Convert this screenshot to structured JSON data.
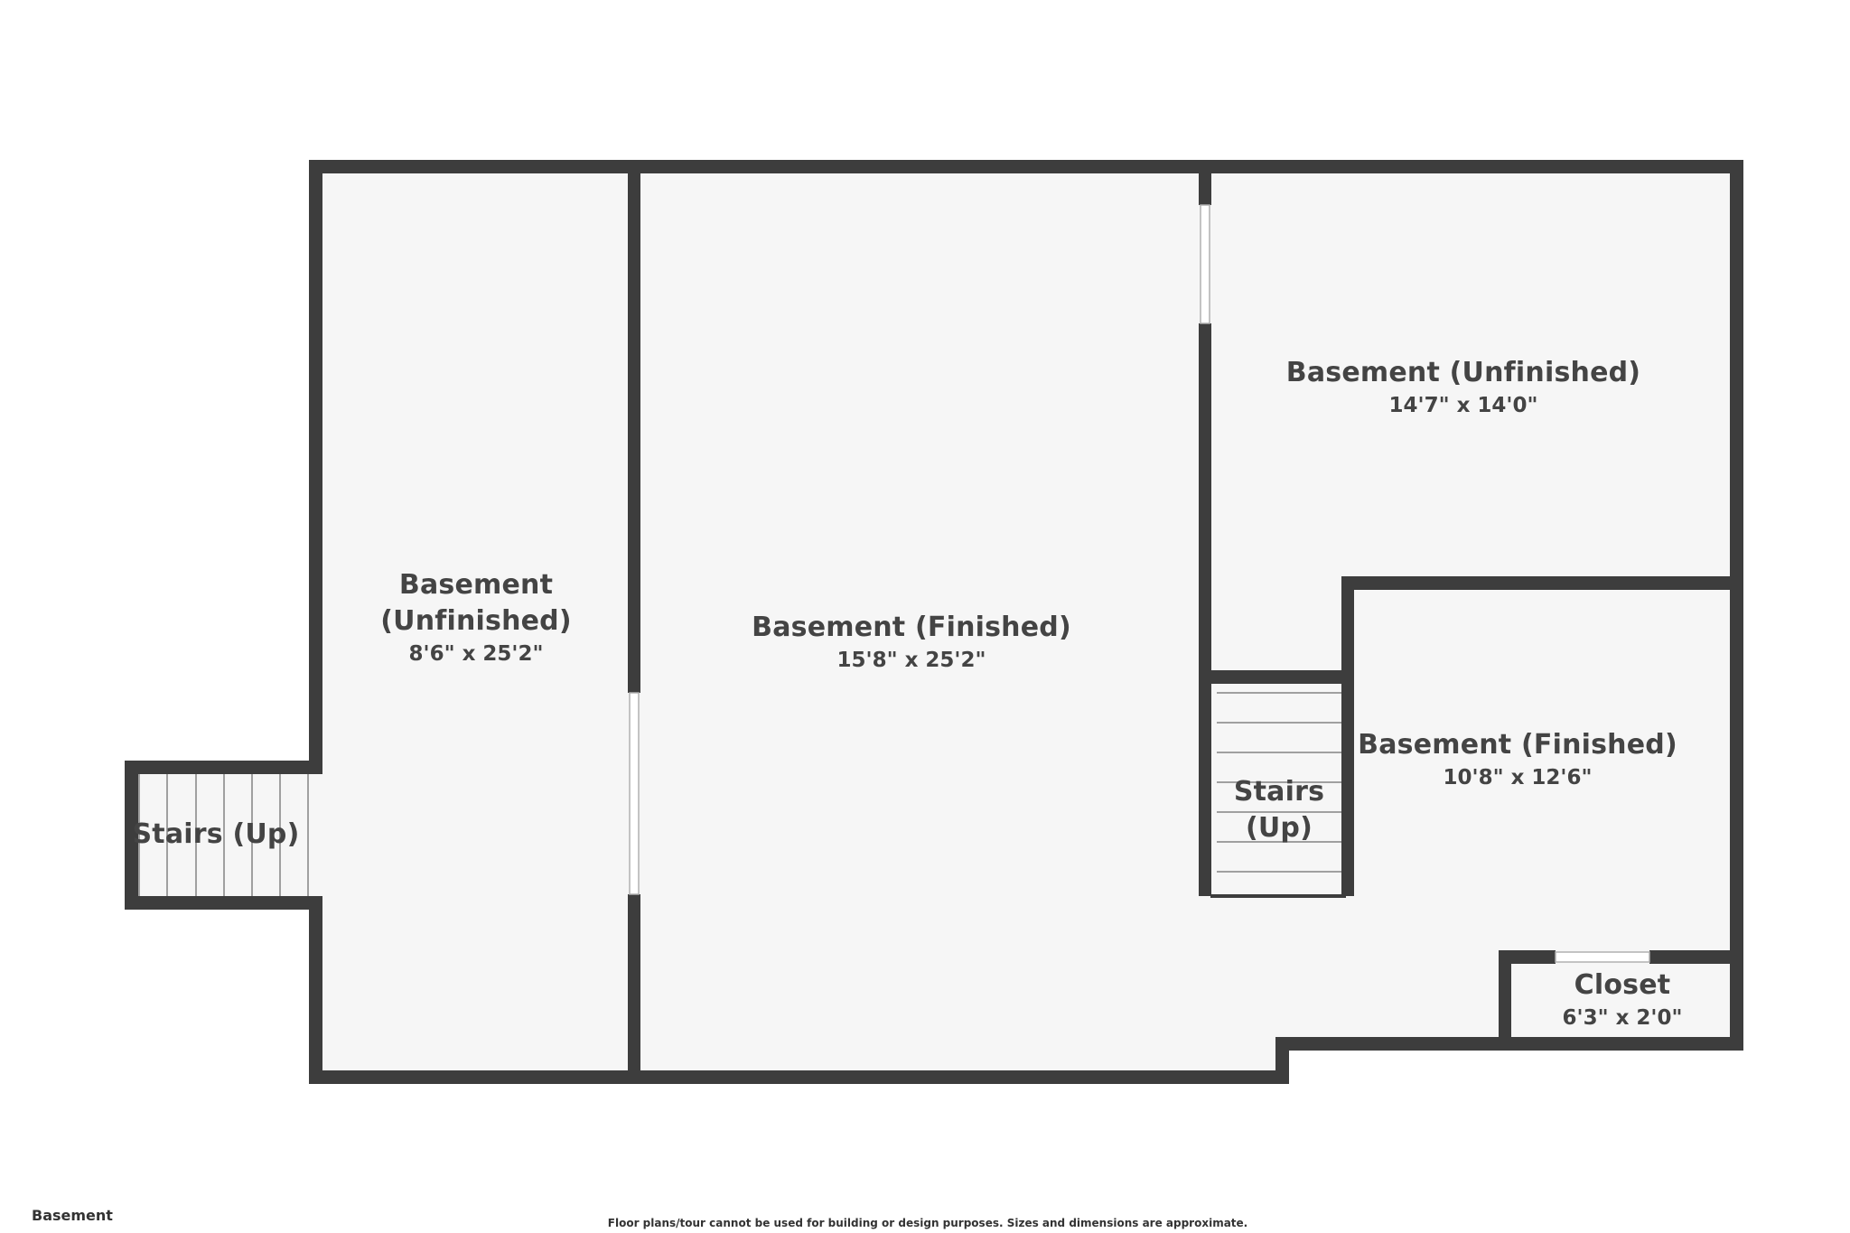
{
  "floor": {
    "name": "Basement",
    "disclaimer": "Floor plans/tour cannot be used for building or design purposes. Sizes and dimensions are approximate."
  },
  "colors": {
    "wall": "#3d3d3d",
    "floor": "#f6f6f6",
    "background": "#ffffff",
    "text": "#444444",
    "stair_line": "#a0a0a0",
    "opening": "#ffffff"
  },
  "rooms": [
    {
      "id": "left-unfinished",
      "name_line1": "Basement",
      "name_line2": "(Unfinished)",
      "dimensions": "8'6\" x 25'2\""
    },
    {
      "id": "center-finished",
      "name": "Basement (Finished)",
      "dimensions": "15'8\" x 25'2\""
    },
    {
      "id": "right-unfinished",
      "name": "Basement (Unfinished)",
      "dimensions": "14'7\" x 14'0\""
    },
    {
      "id": "right-finished",
      "name": "Basement (Finished)",
      "dimensions": "10'8\" x 12'6\""
    },
    {
      "id": "closet",
      "name": "Closet",
      "dimensions": "6'3\" x 2'0\""
    }
  ],
  "stairs": [
    {
      "id": "left-stairs",
      "label": "Stairs (Up)"
    },
    {
      "id": "center-stairs",
      "label_line1": "Stairs",
      "label_line2": "(Up)"
    }
  ]
}
